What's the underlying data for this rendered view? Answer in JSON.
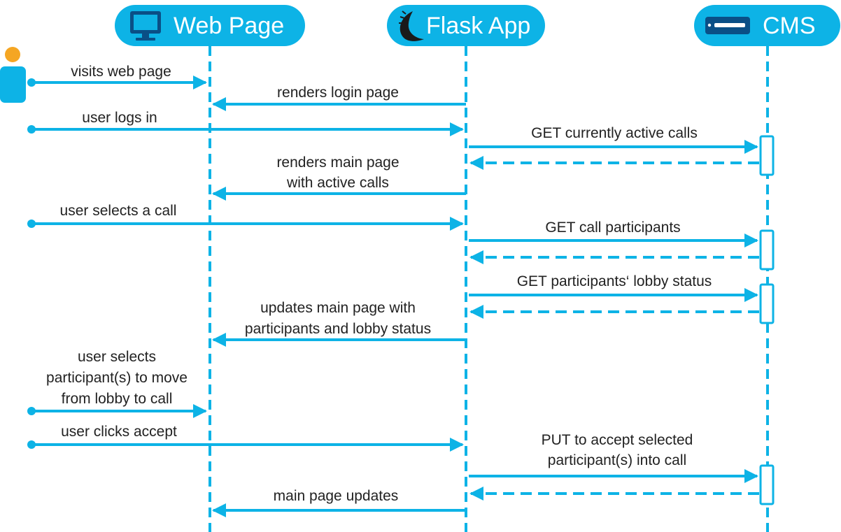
{
  "colors": {
    "accent": "#0db3e6",
    "actor_head": "#f5a623",
    "icon_dark": "#0a4f86",
    "text": "#222222"
  },
  "participants": {
    "web_page": {
      "label": "Web Page",
      "icon": "monitor-icon"
    },
    "flask_app": {
      "label": "Flask App",
      "icon": "flask-horn-icon"
    },
    "cms": {
      "label": "CMS",
      "icon": "server-icon"
    }
  },
  "actor": {
    "icon": "user-icon"
  },
  "messages": {
    "m1": "visits web page",
    "m2": "renders login page",
    "m3": "user logs in",
    "m4": "GET currently active calls",
    "m5a": "renders main page",
    "m5b": "with active calls",
    "m6": "user selects a call",
    "m7": "GET call participants",
    "m8": "GET participants‘ lobby status",
    "m9a": "updates main page with",
    "m9b": "participants and lobby status",
    "m10a": "user selects",
    "m10b": "participant(s) to move",
    "m10c": "from lobby to call",
    "m11": "user clicks accept",
    "m12a": "PUT to accept selected",
    "m12b": "participant(s) into call",
    "m13": "main page updates"
  }
}
